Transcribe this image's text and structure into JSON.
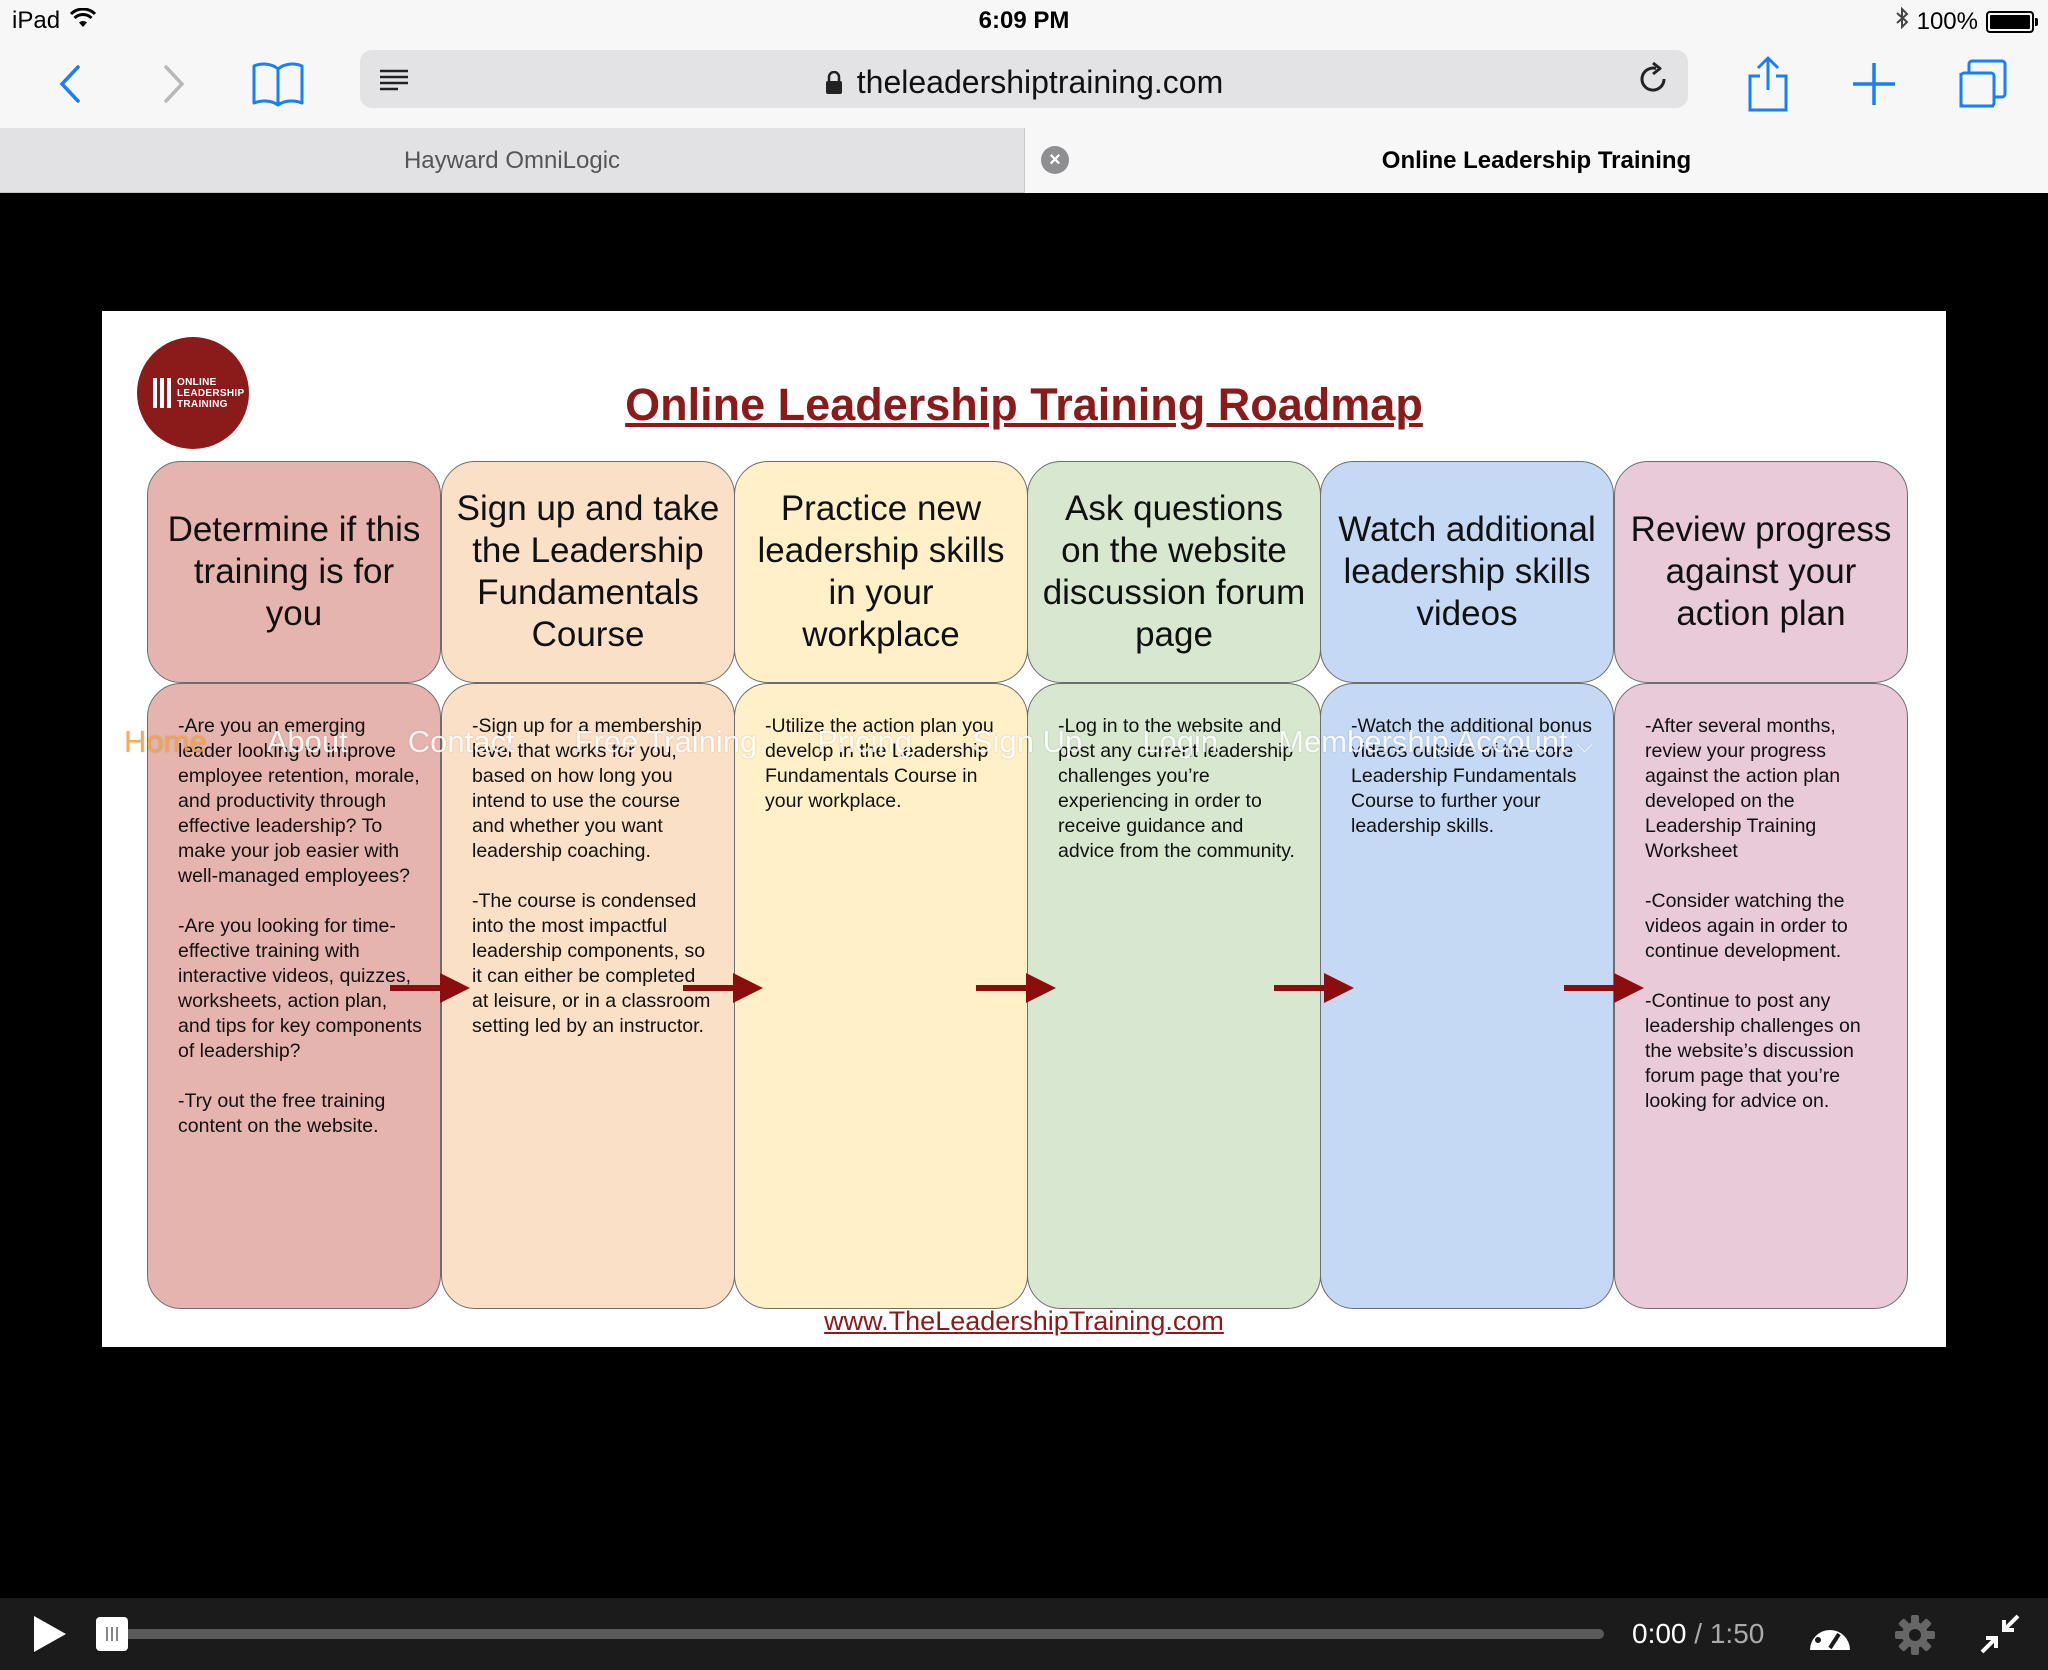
{
  "status_bar": {
    "device": "iPad",
    "time": "6:09 PM",
    "battery": "100%",
    "battery_level": 1.0
  },
  "browser": {
    "url": "theleadershiptraining.com",
    "icons": {
      "back": "chevron-left-icon",
      "forward": "chevron-right-icon",
      "bookmarks": "book-icon",
      "reader": "reader-lines-icon",
      "lock": "lock-icon",
      "reload": "reload-icon",
      "share": "share-icon",
      "new_tab": "plus-icon",
      "tabs": "tabs-icon"
    },
    "accent_color": "#1a7ef5",
    "tabs": [
      {
        "label": "Hayward OmniLogic",
        "active": false
      },
      {
        "label": "Online Leadership Training",
        "active": true
      }
    ]
  },
  "site_nav": {
    "items": [
      "Home",
      "About",
      "Contact",
      "Free Training",
      "Pricing",
      "Sign Up",
      "Login",
      "Membership Account"
    ],
    "active": "Home",
    "active_color": "#f2a23a"
  },
  "slide": {
    "logo_text": "ONLINE LEADERSHIP TRAINING",
    "title": "Online Leadership Training Roadmap",
    "title_color": "#8b1a1a",
    "footer_link": "www.TheLeadershipTraining.com",
    "columns": [
      {
        "heading": "Determine if this training is for you",
        "color": "#e6b4ae",
        "body": "-Are you an emerging leader looking to improve employee retention, morale, and productivity through effective leadership?  To make your job easier with well-managed employees?\n\n-Are you looking for time-effective training with interactive videos, quizzes, worksheets, action plan, and tips for key components of leadership?\n\n-Try out the free training content on the website."
      },
      {
        "heading": "Sign up and take the Leadership Fundamentals Course",
        "color": "#fbe0c8",
        "body": "-Sign up for a membership level that works for you, based on how long you intend to use the course and whether you want leadership coaching.\n\n-The course is condensed into the most impactful leadership components, so it can either be completed at leisure, or in a classroom setting led by an instructor."
      },
      {
        "heading": "Practice new leadership skills in your workplace",
        "color": "#fff0c8",
        "body": "-Utilize the action plan you develop in the Leadership Fundamentals Course in your workplace."
      },
      {
        "heading": "Ask questions on the website discussion forum page",
        "color": "#d8e8d0",
        "body": "-Log in to the website and post any current leadership challenges you’re experiencing in order to receive guidance and advice from the community."
      },
      {
        "heading": "Watch additional leadership skills videos",
        "color": "#c5d8f4",
        "body": "-Watch the additional bonus videos outside of the core Leadership Fundamentals Course to further your leadership skills."
      },
      {
        "heading": "Review progress against your action plan",
        "color": "#e9cad8",
        "body": "-After several months, review your progress against the action plan developed on the Leadership Training Worksheet\n\n-Consider watching the videos again in order to continue development.\n\n-Continue to post any leadership challenges on the website’s discussion forum page that you’re looking for advice on."
      }
    ],
    "arrow_color": "#8b0d0d"
  },
  "player": {
    "current_time": "0:00",
    "separator": "/",
    "duration": "1:50",
    "progress": 0.0,
    "icons": {
      "play": "play-icon",
      "speed": "speedometer-icon",
      "settings": "gear-icon",
      "exit_fullscreen": "exit-fullscreen-icon"
    }
  }
}
